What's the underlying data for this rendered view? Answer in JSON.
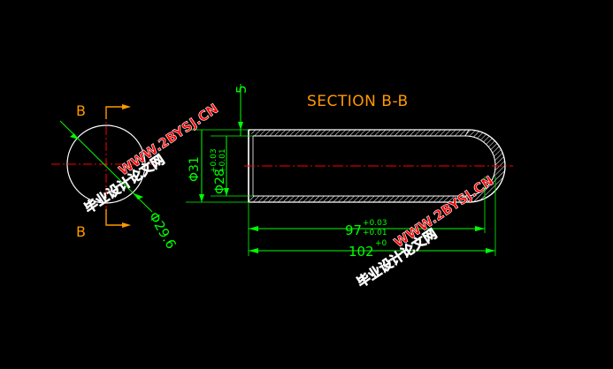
{
  "drawing": {
    "section_title": "SECTION B-B",
    "section_marker_top": "B",
    "section_marker_bottom": "B",
    "dim_diameter_circle": "Φ29.6",
    "dim_outer_diameter": "Φ31",
    "dim_inner_diameter": "Φ28",
    "dim_inner_tol_upper": "+0.03",
    "dim_inner_tol_lower": "+0.01",
    "dim_wall_offset": "5",
    "dim_inner_length": "97",
    "dim_inner_length_tol_upper": "+0.03",
    "dim_inner_length_tol_lower": "+0.01",
    "dim_total_length": "102",
    "dim_total_length_tol_upper": "+0",
    "watermark_url": "WWW.2BYSJ.CN",
    "watermark_cn": "毕业设计论文网"
  },
  "colors": {
    "background": "#000000",
    "outline": "#ffffff",
    "centerline": "#ff0000",
    "dimension": "#00ff00",
    "section_text": "#ff9900",
    "hatch": "#ffffff",
    "watermark": "#ff0000"
  }
}
